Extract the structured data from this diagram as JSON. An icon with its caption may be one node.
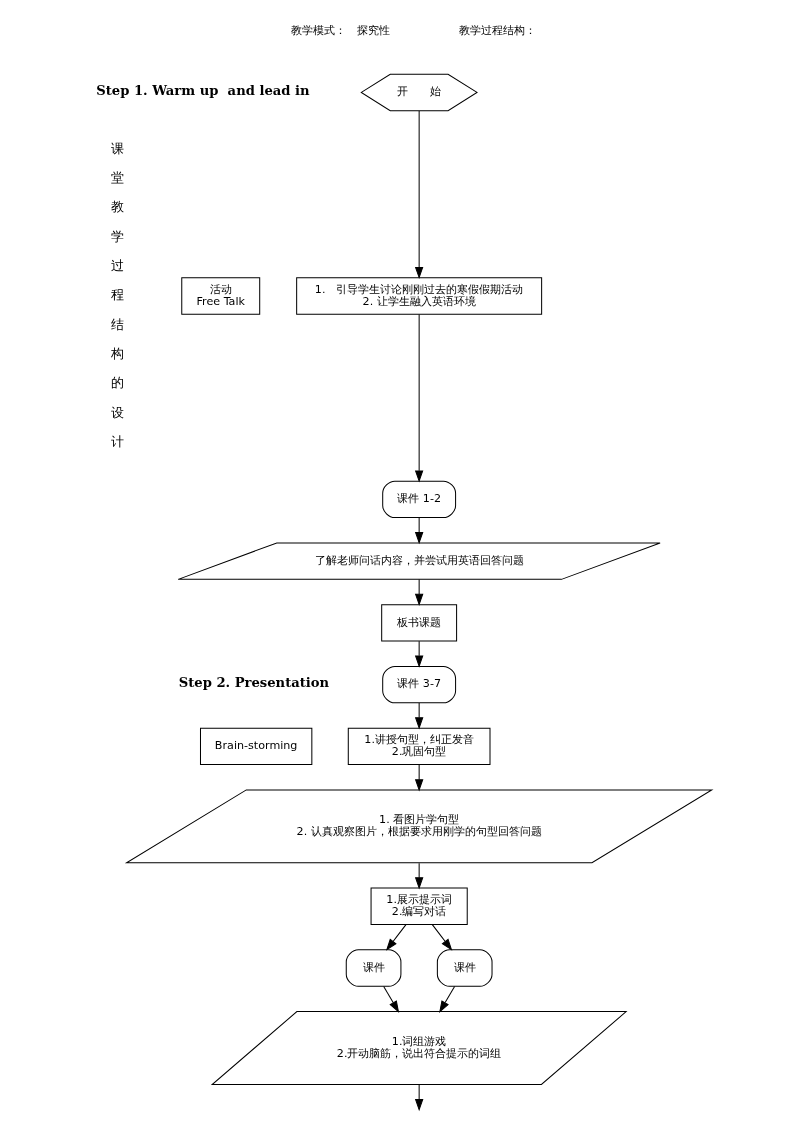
{
  "diagram": {
    "nodes": [
      {
        "text": [
          "开　　始"
        ]
      },
      {
        "text": [
          "活动",
          "Free Talk"
        ]
      },
      {
        "text": [
          "1.　引导学生讨论刚刚过去的寒假假期活动",
          "2. 让学生融入英语环境"
        ]
      },
      {
        "text": [
          "课件 1-2"
        ]
      },
      {
        "text": [
          "了解老师问话内容，并尝试用英语回答问题"
        ]
      },
      {
        "text": [
          "板书课题"
        ]
      },
      {
        "text": [
          "课件 3-7"
        ]
      },
      {
        "text": [
          "Brain-storming"
        ]
      },
      {
        "text": [
          "1.讲授句型，纠正发音",
          "2.巩固句型"
        ]
      },
      {
        "text": [
          "1. 看图片学句型",
          "2. 认真观察图片，根据要求用刚学的句型回答问题"
        ]
      },
      {
        "text": [
          "1.展示提示词",
          "2.编写对话"
        ]
      },
      {
        "text": [
          "课件"
        ]
      },
      {
        "text": [
          "课件"
        ]
      },
      {
        "text": [
          "1.词组游戏",
          "2.开动脑筋，说出符合提示的词组"
        ]
      }
    ],
    "edges": [
      {
        "from": 0,
        "to": 2,
        "arrow": "to"
      },
      {
        "from": 2,
        "to": 3,
        "arrow": "to"
      },
      {
        "from": 3,
        "to": 4,
        "arrow": "to"
      },
      {
        "from": 4,
        "to": 5,
        "arrow": "to"
      },
      {
        "from": 5,
        "to": 6,
        "arrow": "to"
      },
      {
        "from": 6,
        "to": 8,
        "arrow": "to"
      },
      {
        "from": 8,
        "to": 9,
        "arrow": "to"
      },
      {
        "from": 9,
        "to": 10,
        "arrow": "to"
      },
      {
        "from": 10,
        "to": 11,
        "arrow": "to"
      },
      {
        "from": 10,
        "to": 12,
        "arrow": "to"
      },
      {
        "from": 11,
        "to": 13,
        "arrow": "to"
      },
      {
        "from": 12,
        "to": 13,
        "arrow": "to"
      },
      {
        "from": 13,
        "to": null,
        "arrow": "to"
      }
    ],
    "labels": [
      "课堂教学过程结构的设计",
      "教学模式：　探究性",
      "教学过程结构：",
      "Step 1. Warm up  and lead in",
      "Step 2. Presentation"
    ]
  }
}
